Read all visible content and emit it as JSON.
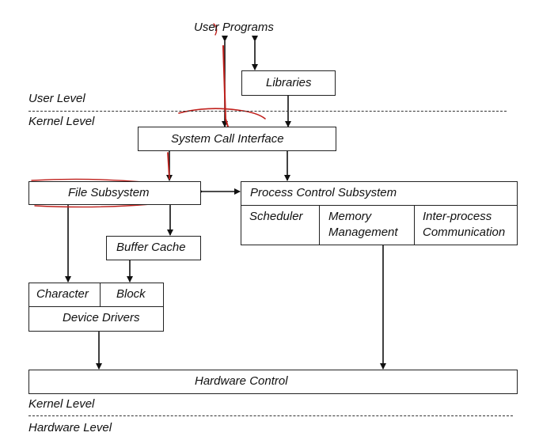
{
  "labels": {
    "user_programs": "User Programs",
    "libraries": "Libraries",
    "user_level": "User Level",
    "kernel_level_top": "Kernel Level",
    "system_call_interface": "System Call Interface",
    "file_subsystem": "File Subsystem",
    "process_control_subsystem": "Process Control Subsystem",
    "scheduler": "Scheduler",
    "memory_management_1": "Memory",
    "memory_management_2": "Management",
    "ipc_1": "Inter-process",
    "ipc_2": "Communication",
    "buffer_cache": "Buffer Cache",
    "character": "Character",
    "block": "Block",
    "device_drivers": "Device Drivers",
    "hardware_control": "Hardware Control",
    "kernel_level_bottom": "Kernel Level",
    "hardware_level": "Hardware Level"
  },
  "colors": {
    "line": "#222222",
    "annotation": "#c0201c",
    "highlight": "#e8c81a"
  }
}
